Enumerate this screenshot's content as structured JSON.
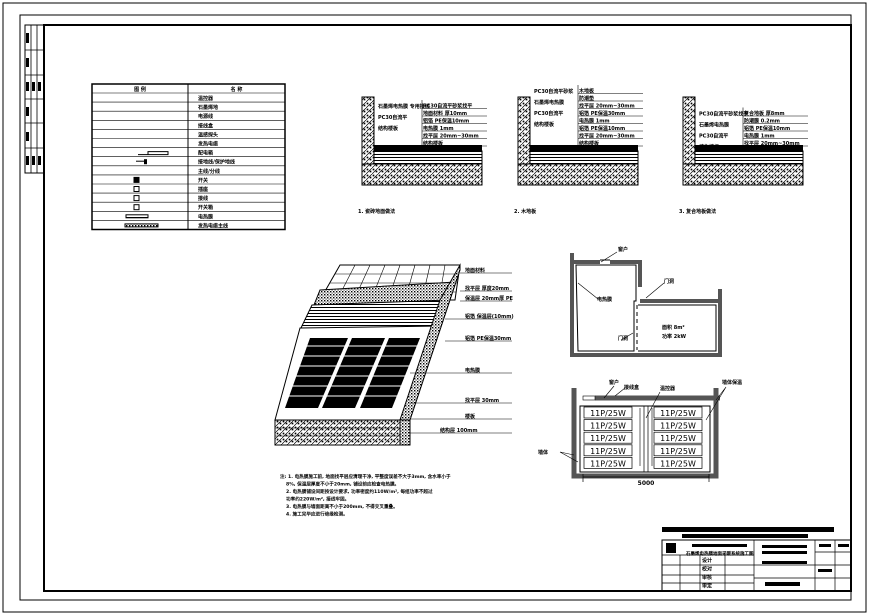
{
  "legend": {
    "header": [
      "图 例",
      "名 称"
    ],
    "rows": [
      "温控器",
      "石墨烯地",
      "电源线",
      "接线盒",
      "温感探头",
      "发热电缆",
      "配电箱",
      "接地线/保护地线",
      "主线/分线",
      "开关",
      "插座",
      "接线",
      "开关箱",
      "电热膜",
      "发热电缆主线"
    ]
  },
  "sections": [
    {
      "caption": "1. 瓷砖地面做法",
      "labels": [
        "PC30自流平砂浆找平",
        "地面材料 厚10mm",
        "铝箔 PE保温10mm",
        "电热膜 1mm",
        "找平层 20mm~30mm",
        "结构楼板"
      ],
      "left_labels": [
        "石墨烯电热膜 专用接线",
        "PC30自流平",
        "结构楼板"
      ]
    },
    {
      "caption": "2. 木地板",
      "labels": [
        "木地板",
        "防潮垫",
        "找平层 20mm~30mm",
        "铝箔 PE保温30mm",
        "电热膜 1mm",
        "铝箔 PE保温10mm",
        "找平层 20mm~30mm",
        "结构楼板"
      ],
      "left_labels": [
        "PC30自流平砂浆",
        "石墨烯电热膜",
        "PC30自流平",
        "结构楼板"
      ]
    },
    {
      "caption": "3. 复合地板做法",
      "labels": [
        "复合地板 厚8mm",
        "防潮膜 0.2mm",
        "铝箔 PE保温10mm",
        "电热膜 1mm",
        "找平层 20mm~30mm"
      ],
      "left_labels": [
        "PC30自流平砂浆找平",
        "石墨烯电热膜",
        "PC30自流平",
        "结构楼板"
      ]
    }
  ],
  "iso_labels": [
    "地面材料",
    "找平层 厚度20mm",
    "保温层 20mm厚 PE",
    "铝箔 保温层(10mm)",
    "铝箔 PE保温30mm",
    "电热膜",
    "找平层 30mm",
    "楼板",
    "结构层 100mm"
  ],
  "notes": [
    "注: 1. 电热膜施工前, 地面找平层应清理干净, 平整度误差不大于3mm, 含水率小于",
    "   8%, 保温层厚度不小于20mm, 铺设前应检查电热膜。",
    "2. 电热膜铺设间距按设计要求, 功率密度约110W/m², 每组功率不超过",
    "   功率约220W/m², 接线牢固。",
    "3. 电热膜与墙面距离不小于200mm, 不得交叉重叠。",
    "4. 施工完毕应进行绝缘检测。"
  ],
  "plan": {
    "labels": [
      "窗户",
      "电热膜",
      "门洞",
      "门洞"
    ],
    "room_text": [
      "面积 8m²",
      "功率 2kW"
    ]
  },
  "layout_plan": {
    "panels": [
      "11P/25W",
      "11P/25W",
      "11P/25W",
      "11P/25W",
      "11P/25W",
      "11P/25W",
      "11P/25W",
      "11P/25W",
      "11P/25W",
      "11P/25W"
    ],
    "labels": [
      "窗户",
      "接线盒",
      "温控器",
      "墙体保温",
      "墙体"
    ],
    "dimension": "5000"
  },
  "title_block": {
    "project": "石墨烯电热膜地面采暖系统施工图",
    "rows": [
      "设计",
      "校对",
      "审核",
      "审定"
    ]
  }
}
